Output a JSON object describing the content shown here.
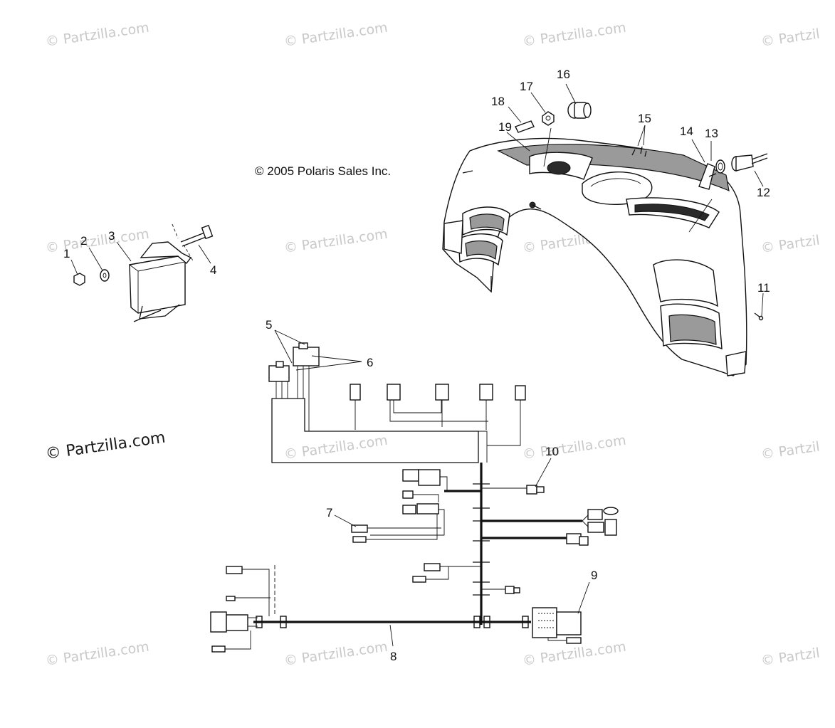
{
  "copyright": "© 2005 Polaris Sales Inc.",
  "watermark": "© Partzilla.com",
  "watermark_partial": "© Partzil",
  "watermark_dark": "© Partzilla.com",
  "callouts": {
    "c1": "1",
    "c2": "2",
    "c3": "3",
    "c4": "4",
    "c5": "5",
    "c6": "6",
    "c7": "7",
    "c8": "8",
    "c9": "9",
    "c10": "10",
    "c11": "11",
    "c12": "12",
    "c13": "13",
    "c14": "14",
    "c15": "15",
    "c16": "16",
    "c17": "17",
    "c18": "18",
    "c19": "19"
  }
}
